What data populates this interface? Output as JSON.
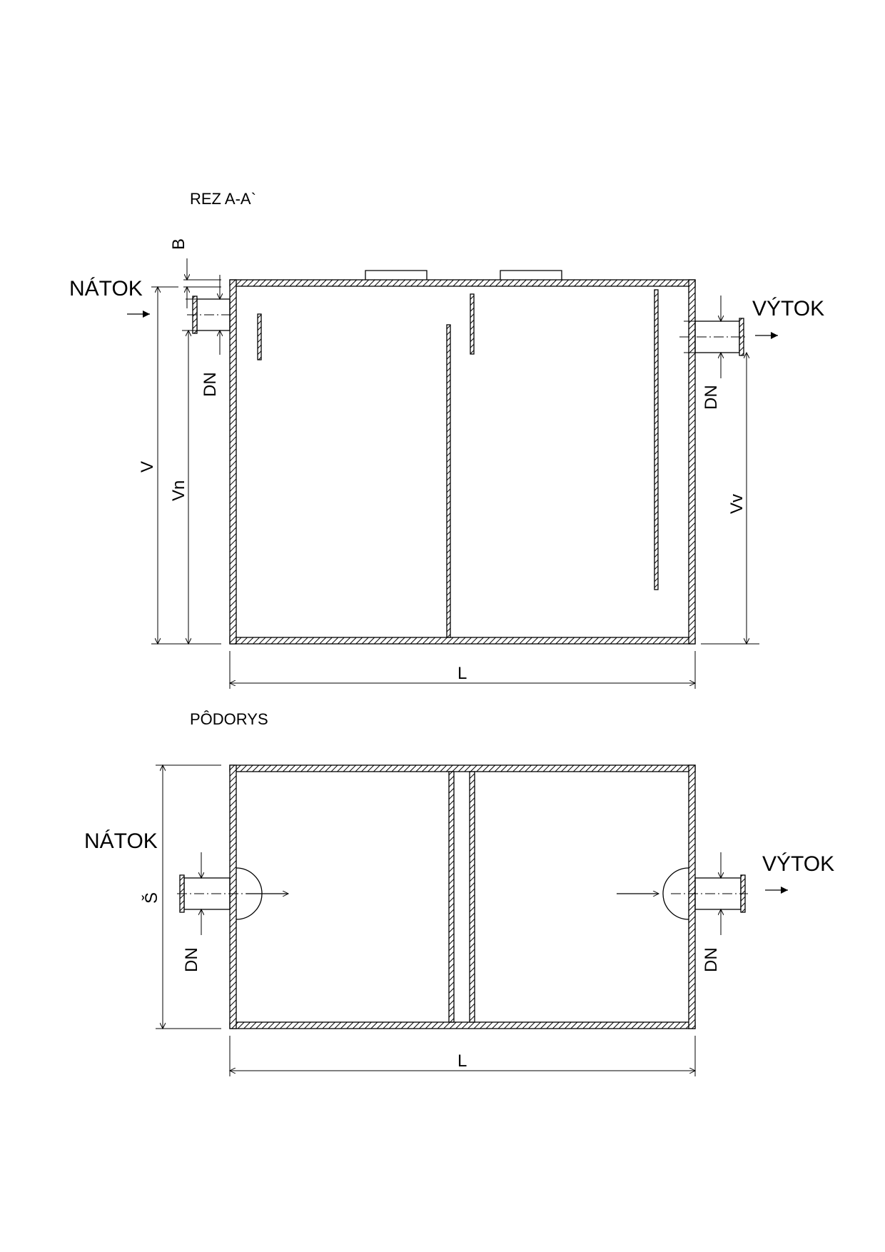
{
  "section": {
    "title": "REZ  A-A`",
    "inflow_label": "NÁTOK",
    "outflow_label": "VÝTOK",
    "dim_b": "B",
    "dim_dn_in": "DN",
    "dim_dn_out": "DN",
    "dim_v": "V",
    "dim_vn": "Vn",
    "dim_vv": "Vv",
    "dim_l": "L"
  },
  "plan": {
    "title": "PÔDORYS",
    "inflow_label": "NÁTOK",
    "outflow_label": "VÝTOK",
    "dim_s": "Š",
    "dim_dn_in": "DN",
    "dim_dn_out": "DN",
    "dim_l": "L"
  }
}
